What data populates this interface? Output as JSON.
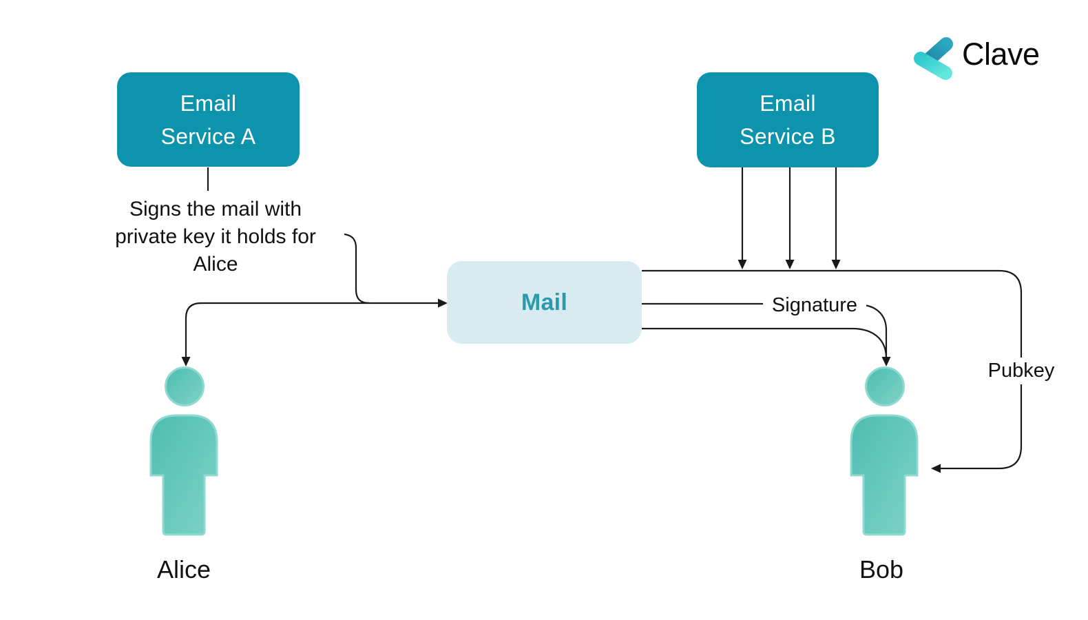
{
  "logo": {
    "text": "Clave"
  },
  "boxes": {
    "service_a": {
      "lines": [
        "Email",
        "Service A"
      ]
    },
    "service_b": {
      "lines": [
        "Email",
        "Service B"
      ]
    },
    "mail": {
      "label": "Mail"
    }
  },
  "note": {
    "lines": [
      "Signs the mail with",
      "private key it holds for",
      "Alice"
    ]
  },
  "labels": {
    "signature": "Signature",
    "pubkey": "Pubkey"
  },
  "actors": {
    "alice": "Alice",
    "bob": "Bob"
  },
  "colors": {
    "box_fill": "#0e93ad",
    "box_text": "#ffffff",
    "mail_fill": "#d7ebf0",
    "mail_text": "#2b9aad",
    "line": "#1a1a1a",
    "text": "#111111",
    "person_dark": "#4ebdb1",
    "person_light": "#7fd2c7",
    "person_rim": "#8edacf",
    "logo_dark_1": "#1d84a6",
    "logo_dark_2": "#2ba8c0",
    "logo_light_1": "#2fc9cf",
    "logo_light_2": "#63e6dc"
  }
}
